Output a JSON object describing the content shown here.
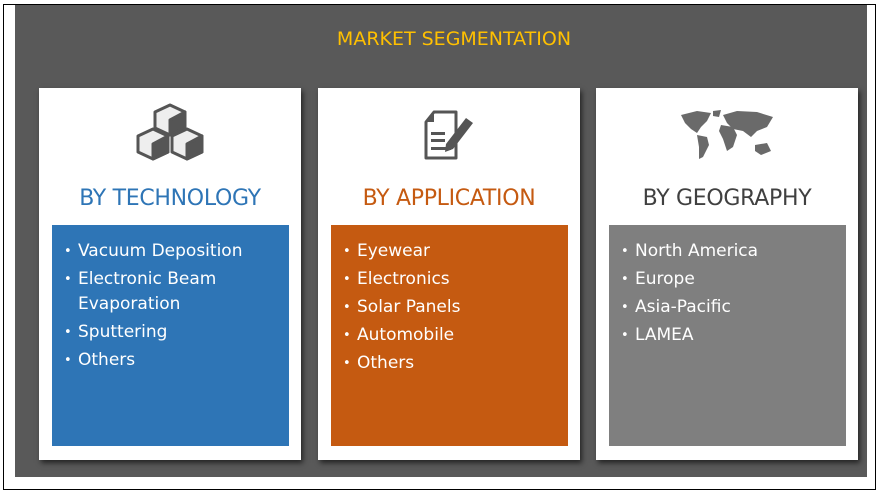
{
  "title": "MARKET SEGMENTATION",
  "colors": {
    "technology": "#2e75b6",
    "application": "#c55a11",
    "geography": "#7f7f7f",
    "title": "#ffc000"
  },
  "segments": [
    {
      "icon": "cubes-icon",
      "heading": "BY TECHNOLOGY",
      "items": [
        "Vacuum Deposition",
        "Electronic Beam Evaporation",
        "Sputtering",
        "Others"
      ]
    },
    {
      "icon": "document-pencil-icon",
      "heading": "BY APPLICATION",
      "items": [
        "Eyewear",
        "Electronics",
        "Solar Panels",
        "Automobile",
        "Others"
      ]
    },
    {
      "icon": "world-map-icon",
      "heading": "BY GEOGRAPHY",
      "items": [
        "North America",
        "Europe",
        "Asia-Pacific",
        "LAMEA"
      ]
    }
  ]
}
